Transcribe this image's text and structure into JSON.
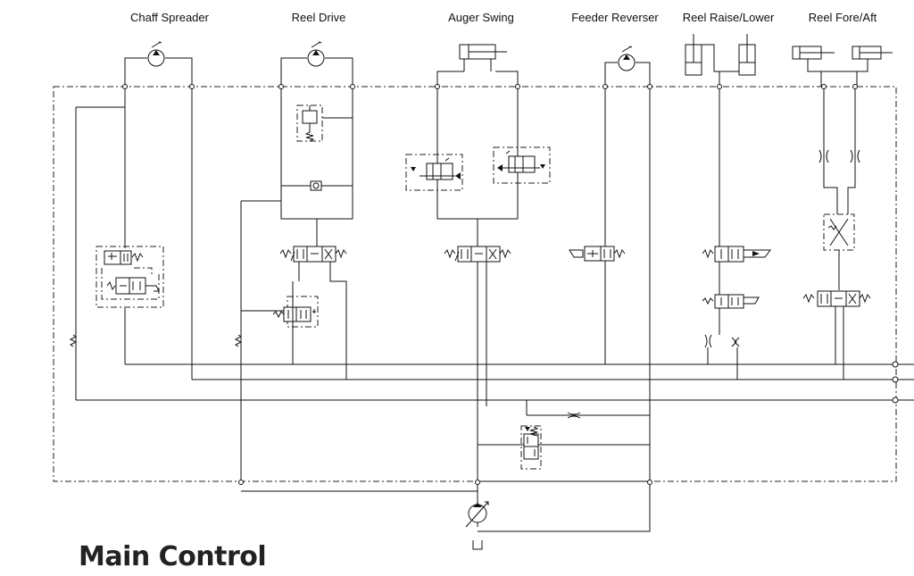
{
  "diagram": {
    "section_headers": [
      "Chaff Spreader",
      "Reel Drive",
      "Auger Swing",
      "Feeder Reverser",
      "Reel Raise/Lower",
      "Reel Fore/Aft"
    ],
    "title": "Main Control"
  }
}
